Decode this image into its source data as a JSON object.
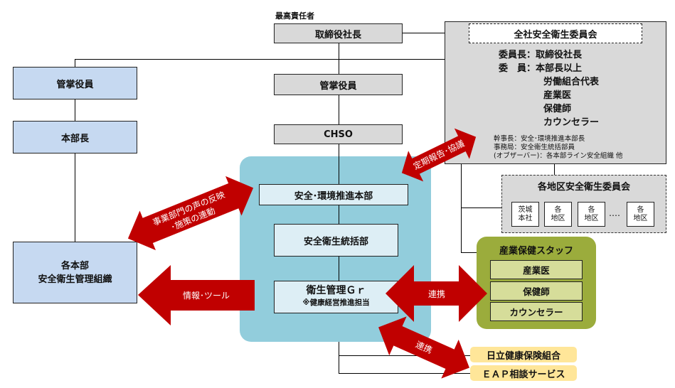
{
  "top": {
    "caption": "最高責任者",
    "president": "取締役社長",
    "exec_center": "管掌役員",
    "chso": "CHSO"
  },
  "left": {
    "exec": "管掌役員",
    "division_head": "本部長",
    "org_line1": "各本部",
    "org_line2": "安全衛生管理組織"
  },
  "center": {
    "promotion_hq": "安全･環境推進本部",
    "health_dept": "安全衛生統括部",
    "hygiene_gr": "衛生管理Ｇｒ",
    "hygiene_gr_note": "※健康経営推進担当"
  },
  "committee": {
    "title": "全社安全衛生委員会",
    "chair_label": "委員長：",
    "chair_value": "取締役社長",
    "members_label": "委　員：",
    "members": [
      "本部長以上",
      "労働組合代表",
      "産業医",
      "保健師",
      "カウンセラー"
    ],
    "notes": [
      "幹事長：安全･環境推進本部長",
      "事務局：安全衛生統括部員",
      "(オブザーバー)：各本部ライン安全組織 他"
    ]
  },
  "regional": {
    "title": "各地区安全衛生委員会",
    "units": [
      {
        "line1": "茨城",
        "line2": "本社"
      },
      {
        "line1": "各",
        "line2": "地区"
      },
      {
        "line1": "各",
        "line2": "地区"
      },
      {
        "line1": "各",
        "line2": "地区"
      }
    ],
    "ellipsis": "‥‥"
  },
  "staff": {
    "title": "産業保健スタッフ",
    "items": [
      "産業医",
      "保健師",
      "カウンセラー"
    ]
  },
  "external": {
    "insurance": "日立健康保険組合",
    "eap": "ＥＡＰ相談サービス"
  },
  "arrows": {
    "periodic": "定期報告･協議",
    "feedback_line1": "事業部門の声の反映",
    "feedback_line2": "･施策の連動",
    "info_tools": "情報･ツール",
    "collab_staff": "連携",
    "collab_external": "連携"
  },
  "colors": {
    "arrow_red": "#c00000",
    "center_panel": "#92cddc",
    "staff_green": "#9bac3c",
    "staff_item": "#d6dd9a",
    "external_yellow": "#ffe699",
    "left_box": "#c6d9f1",
    "gray_box": "#d9d9d9"
  }
}
